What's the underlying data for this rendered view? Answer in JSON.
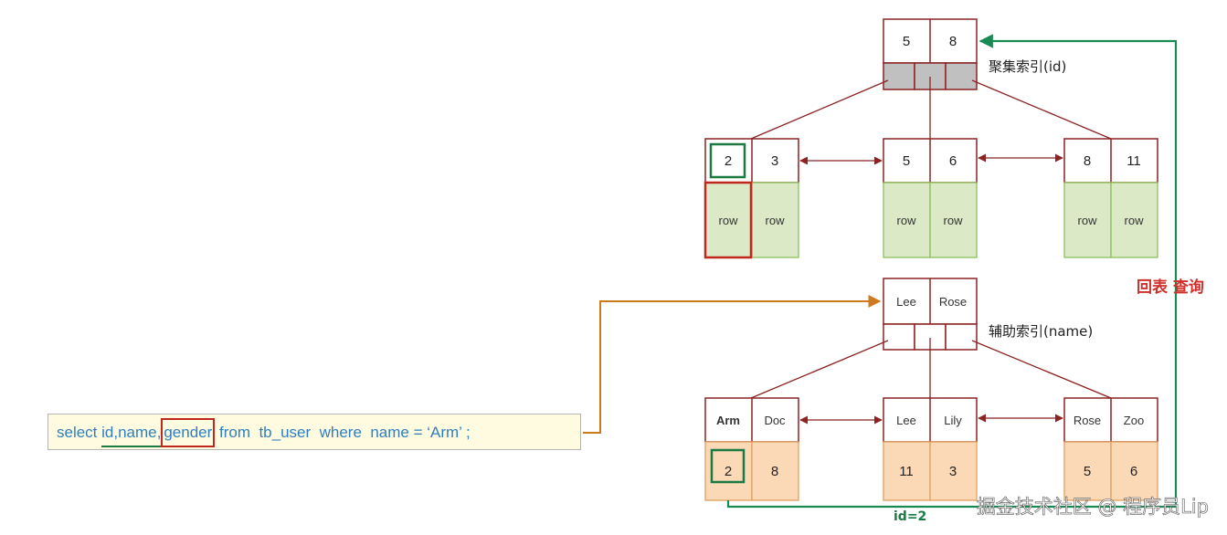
{
  "sql": {
    "prefix": "select ",
    "cols_underlined": "id,name,",
    "col_boxed": "gender",
    "rest": " from  tb_user  where  name = ‘Arm’ ;"
  },
  "clustered_index": {
    "label": "聚集索引(id)",
    "root_keys": [
      "5",
      "8"
    ],
    "leaves": [
      {
        "keys": [
          "2",
          "3"
        ],
        "data": [
          "row",
          "row"
        ]
      },
      {
        "keys": [
          "5",
          "6"
        ],
        "data": [
          "row",
          "row"
        ]
      },
      {
        "keys": [
          "8",
          "11"
        ],
        "data": [
          "row",
          "row"
        ]
      }
    ]
  },
  "secondary_index": {
    "label": "辅助索引(name)",
    "root_keys": [
      "Lee",
      "Rose"
    ],
    "leaves": [
      {
        "keys": [
          "Arm",
          "Doc"
        ],
        "data": [
          "2",
          "8"
        ]
      },
      {
        "keys": [
          "Lee",
          "Lily"
        ],
        "data": [
          "11",
          "3"
        ]
      },
      {
        "keys": [
          "Rose",
          "Zoo"
        ],
        "data": [
          "5",
          "6"
        ]
      }
    ]
  },
  "annotations": {
    "back_to_table": "回表 查询",
    "id_eq": "id=2"
  },
  "watermark": "掘金技术社区 @ 程序员Lip",
  "colors": {
    "node_border": "#8b2323",
    "clustered_leaf_fill": "#dbe9c6",
    "clustered_leaf_border": "#8cbf5e",
    "secondary_leaf_fill": "#fbd9b7",
    "secondary_leaf_border": "#e0a060",
    "pointer_fill": "#c0c0c0",
    "highlight_red": "#c0281e",
    "highlight_green": "#1a7a42",
    "arrow_orange": "#d07a20",
    "arrow_green": "#1a8a55"
  }
}
